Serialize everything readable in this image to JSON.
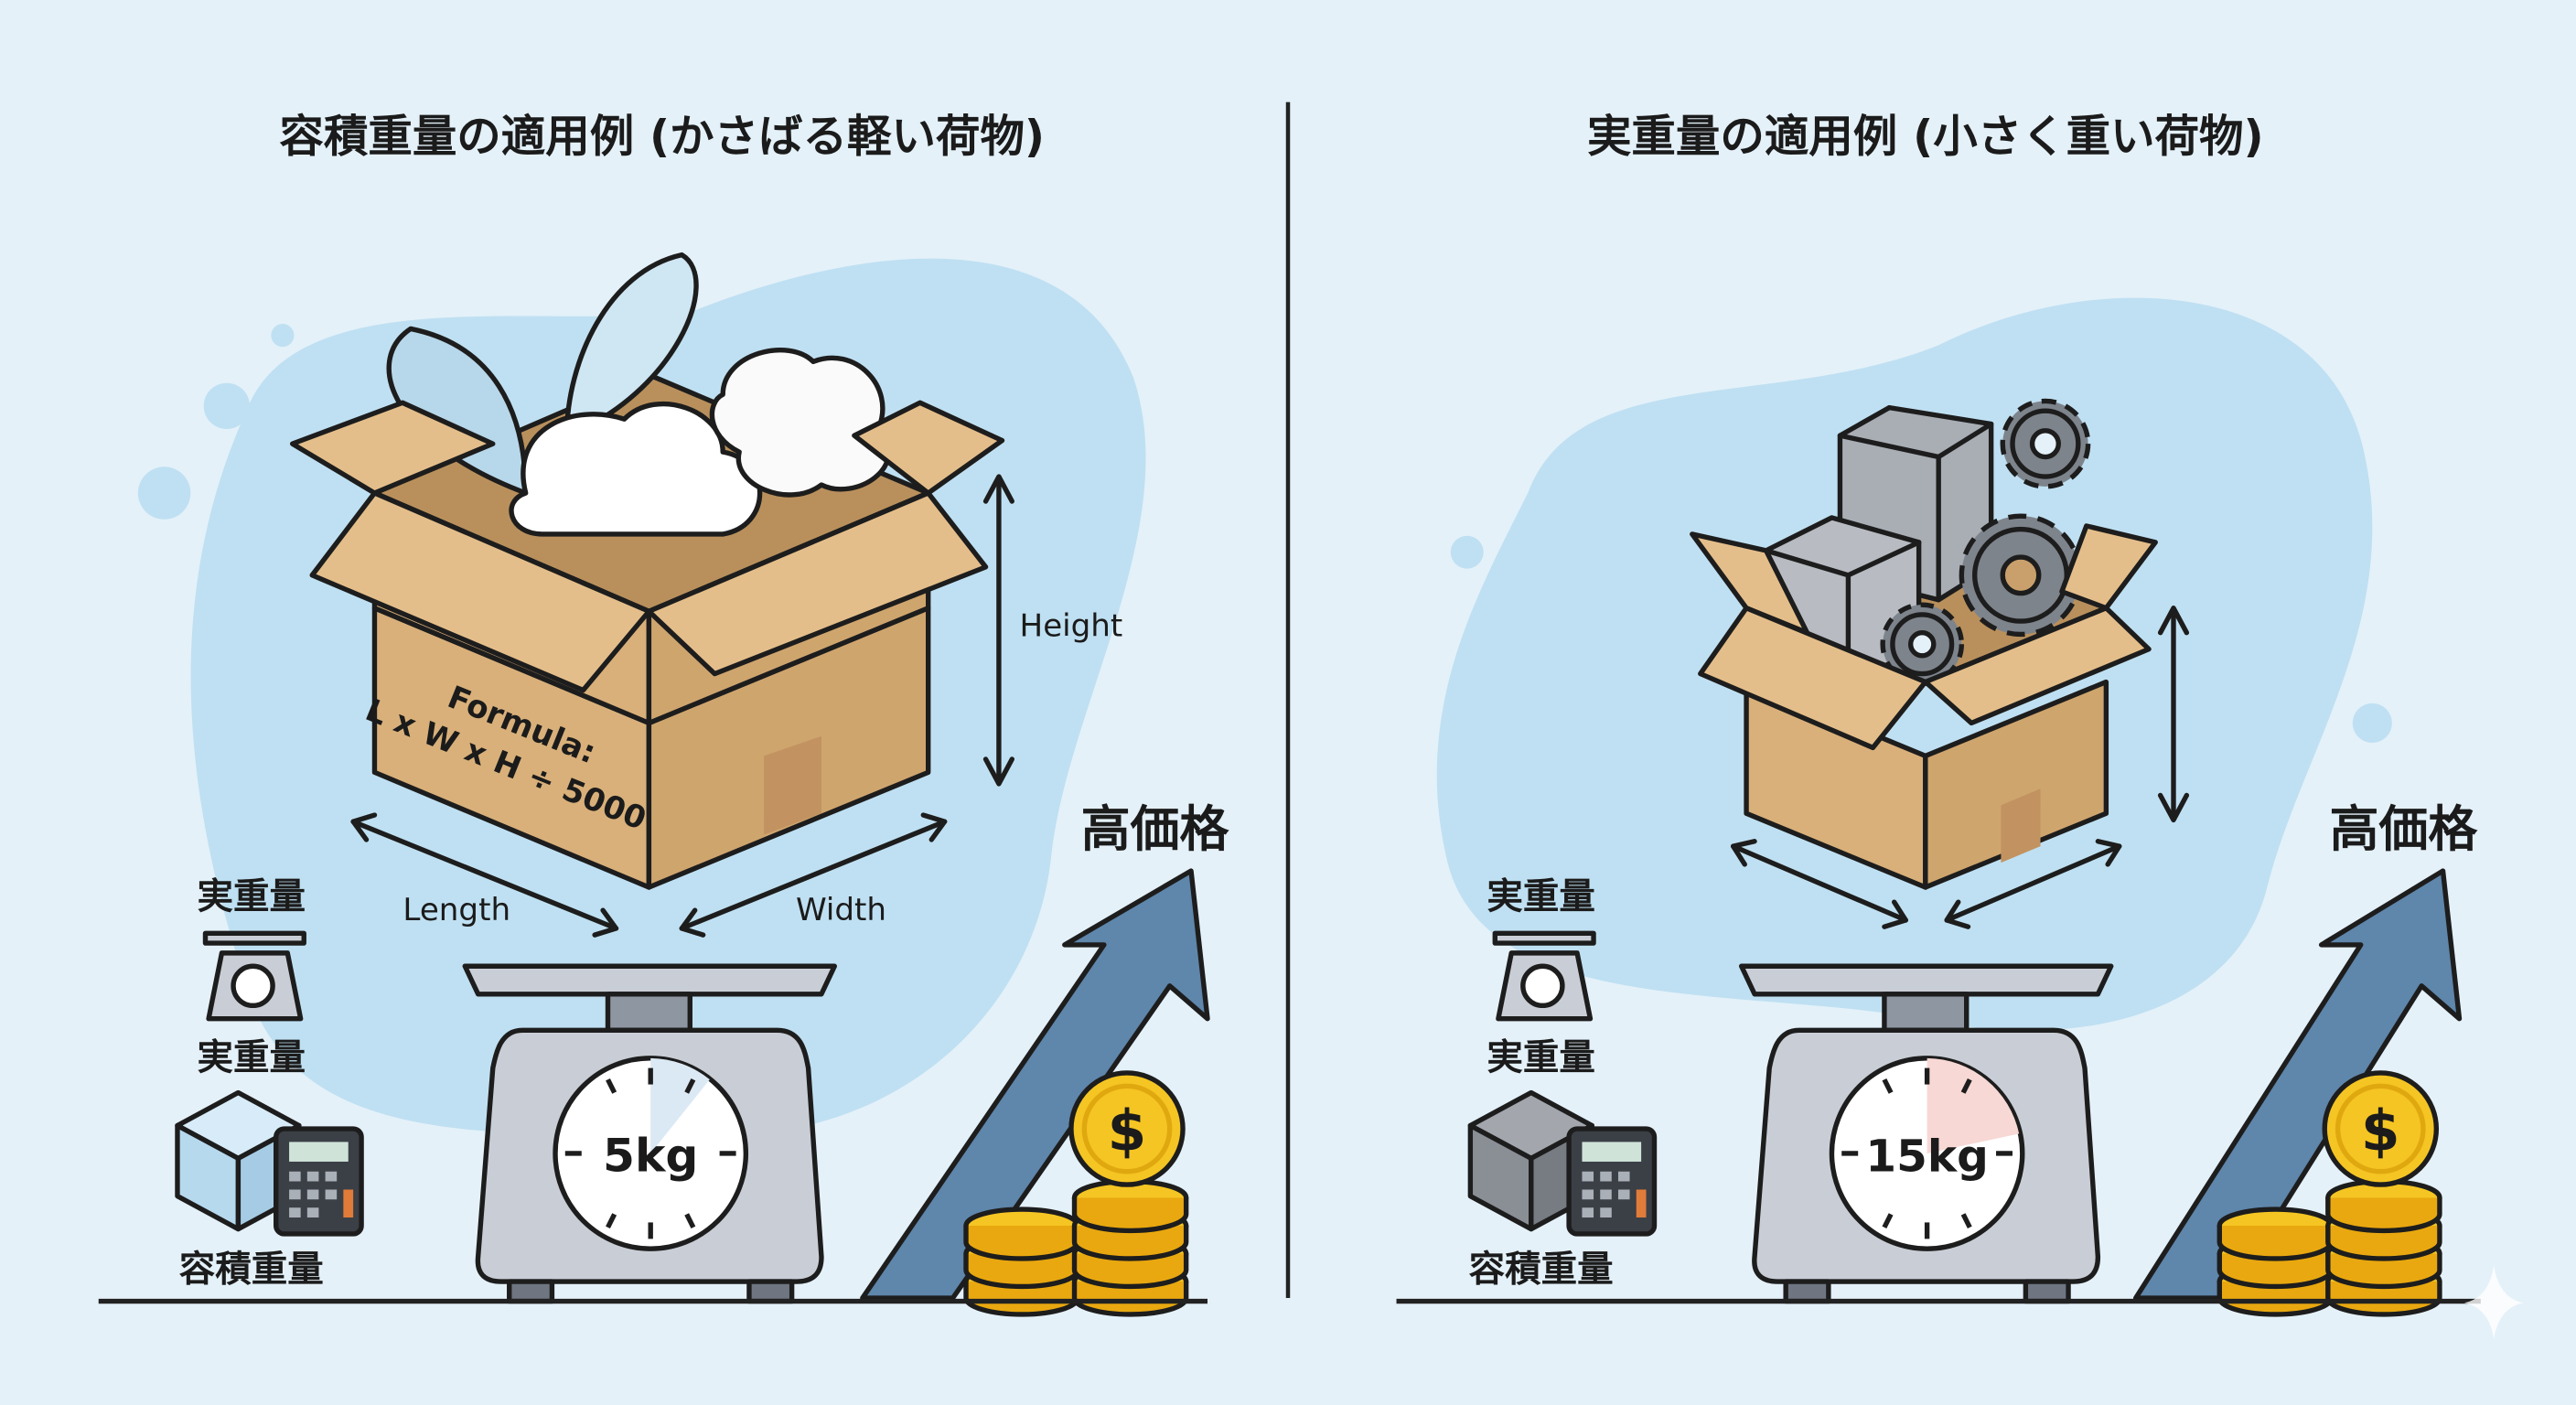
{
  "left_panel": {
    "title": "容積重量の適用例 (かさばる軽い荷物)",
    "box_formula_line1": "Formula:",
    "box_formula_line2": "L x W x H ÷ 5000",
    "height_label": "Height",
    "length_label": "Length",
    "width_label": "Width",
    "actual_weight_label_top": "実重量",
    "actual_weight_label_bottom": "実重量",
    "volumetric_weight_label": "容積重量",
    "scale_reading": "5kg",
    "price_label": "高価格",
    "coin_symbol": "$"
  },
  "right_panel": {
    "title": "実重量の適用例 (小さく重い荷物)",
    "actual_weight_label_top": "実重量",
    "actual_weight_label_bottom": "実重量",
    "volumetric_weight_label": "容積重量",
    "scale_reading": "15kg",
    "price_label": "高価格",
    "coin_symbol": "$"
  },
  "colors": {
    "background": "#e4f1f9",
    "blob": "#bfe0f2",
    "cardboard": "#dcb582",
    "arrow": "#5f86ab",
    "coin": "#f5c523",
    "scale": "#c9ced6"
  }
}
